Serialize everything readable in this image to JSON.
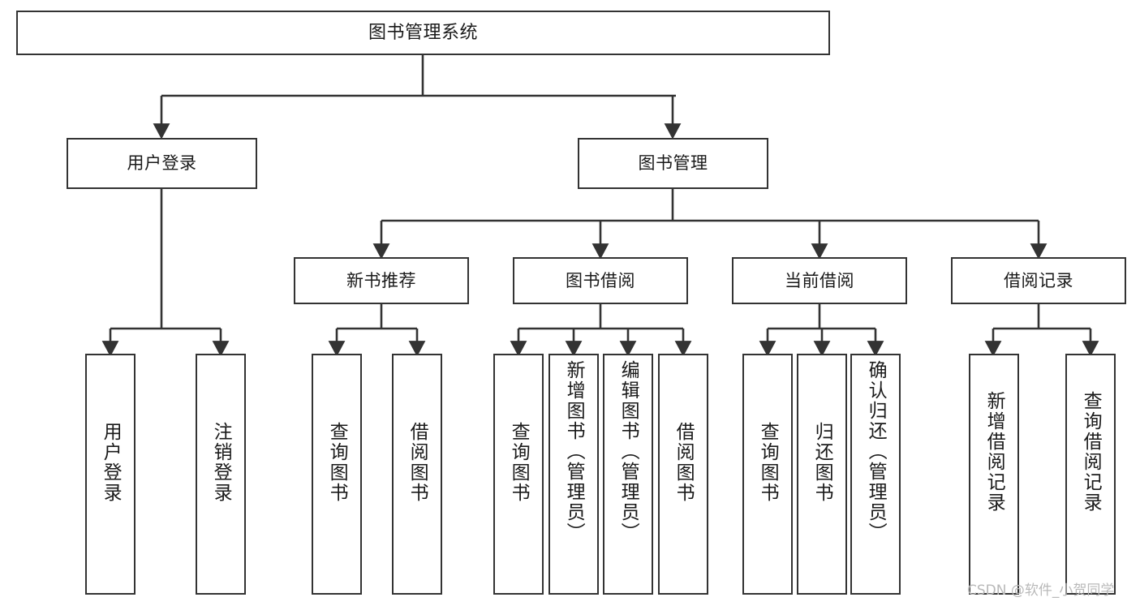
{
  "diagram": {
    "title_node": {
      "label": "图书管理系统"
    },
    "level1": [
      {
        "id": "user-login",
        "label": "用户登录"
      },
      {
        "id": "book-management",
        "label": "图书管理"
      }
    ],
    "level2": [
      {
        "id": "new-book-recommend",
        "label": "新书推荐"
      },
      {
        "id": "book-borrow",
        "label": "图书借阅"
      },
      {
        "id": "current-borrow",
        "label": "当前借阅"
      },
      {
        "id": "borrow-record",
        "label": "借阅记录"
      }
    ],
    "leaves": [
      {
        "id": "leaf-user-login",
        "label": "用户登录",
        "parent": "user-login"
      },
      {
        "id": "leaf-logout-login",
        "label": "注销登录",
        "parent": "user-login"
      },
      {
        "id": "leaf-query-book-1",
        "label": "查询图书",
        "parent": "new-book-recommend"
      },
      {
        "id": "leaf-borrow-book-1",
        "label": "借阅图书",
        "parent": "new-book-recommend"
      },
      {
        "id": "leaf-query-book-2",
        "label": "查询图书",
        "parent": "book-borrow"
      },
      {
        "id": "leaf-add-book",
        "label": "新增图书（管理员）",
        "parent": "book-borrow"
      },
      {
        "id": "leaf-edit-book",
        "label": "编辑图书（管理员）",
        "parent": "book-borrow"
      },
      {
        "id": "leaf-borrow-book-2",
        "label": "借阅图书",
        "parent": "book-borrow"
      },
      {
        "id": "leaf-query-book-3",
        "label": "查询图书",
        "parent": "current-borrow"
      },
      {
        "id": "leaf-return-book",
        "label": "归还图书",
        "parent": "current-borrow"
      },
      {
        "id": "leaf-confirm-return",
        "label": "确认归还（管理员）",
        "parent": "current-borrow"
      },
      {
        "id": "leaf-add-borrow-record",
        "label": "新增借阅记录",
        "parent": "borrow-record"
      },
      {
        "id": "leaf-query-borrow-record",
        "label": "查询借阅记录",
        "parent": "borrow-record"
      }
    ],
    "colors": {
      "border": "#333333",
      "text": "#1a1a1a",
      "background": "#ffffff",
      "watermark": "#b9b9b9"
    }
  },
  "watermark": {
    "text": "CSDN @软件_小贺同学"
  }
}
